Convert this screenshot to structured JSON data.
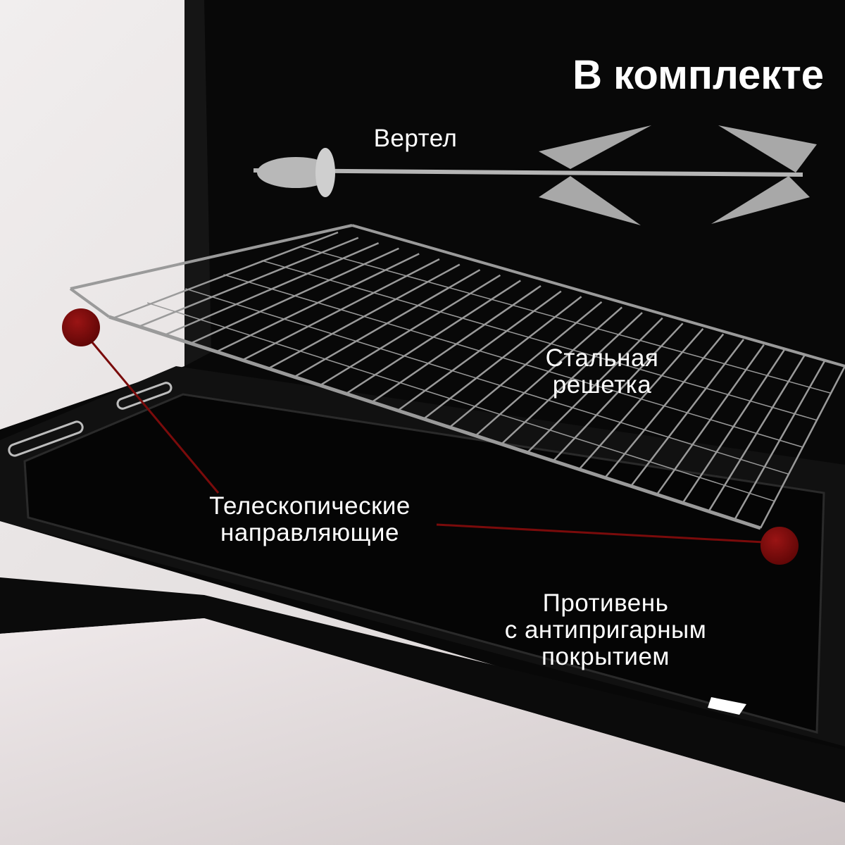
{
  "title": "В комплекте",
  "labels": {
    "spit": "Вертел",
    "rack_line1": "Стальная",
    "rack_line2": "решетка",
    "rails_line1": "Телескопические",
    "rails_line2": "направляющие",
    "tray_line1": "Противень",
    "tray_line2": "с антипригарным",
    "tray_line3": "покрытием"
  },
  "colors": {
    "accent": "#7a0b0b",
    "background": "#e6e1e1",
    "oven": "#0a0a0a",
    "text": "#ffffff"
  }
}
